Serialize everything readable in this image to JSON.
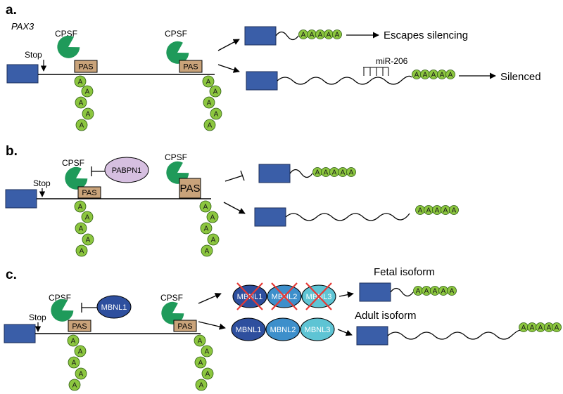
{
  "panels": {
    "a": {
      "label": "a.",
      "gene": "PAX3",
      "stop": "Stop",
      "cpsf": "CPSF",
      "pas": "PAS",
      "poly_a": "A",
      "mirna": "miR-206",
      "outcome_short": "Escapes silencing",
      "outcome_long": "Silenced"
    },
    "b": {
      "label": "b.",
      "stop": "Stop",
      "cpsf": "CPSF",
      "pas": "PAS",
      "poly_a": "A",
      "inhibitor": "PABPN1"
    },
    "c": {
      "label": "c.",
      "stop": "Stop",
      "cpsf": "CPSF",
      "pas": "PAS",
      "poly_a": "A",
      "inhibitor": "MBNL1",
      "mbnl": [
        "MBNL1",
        "MBNL2",
        "MBNL3"
      ],
      "fetal_label": "Fetal isoform",
      "adult_label": "Adult isoform"
    }
  },
  "colors": {
    "exon": "#3a5ea8",
    "cpsf": "#1f9a5a",
    "pas": "#c9a37a",
    "poly_a": "#8cc63f",
    "pabpn1": "#d6bfe0",
    "mbnl1": "#2e4f9e",
    "mbnl2": "#3d8fcb",
    "mbnl3": "#5ec4d4",
    "cross": "#e53935"
  }
}
